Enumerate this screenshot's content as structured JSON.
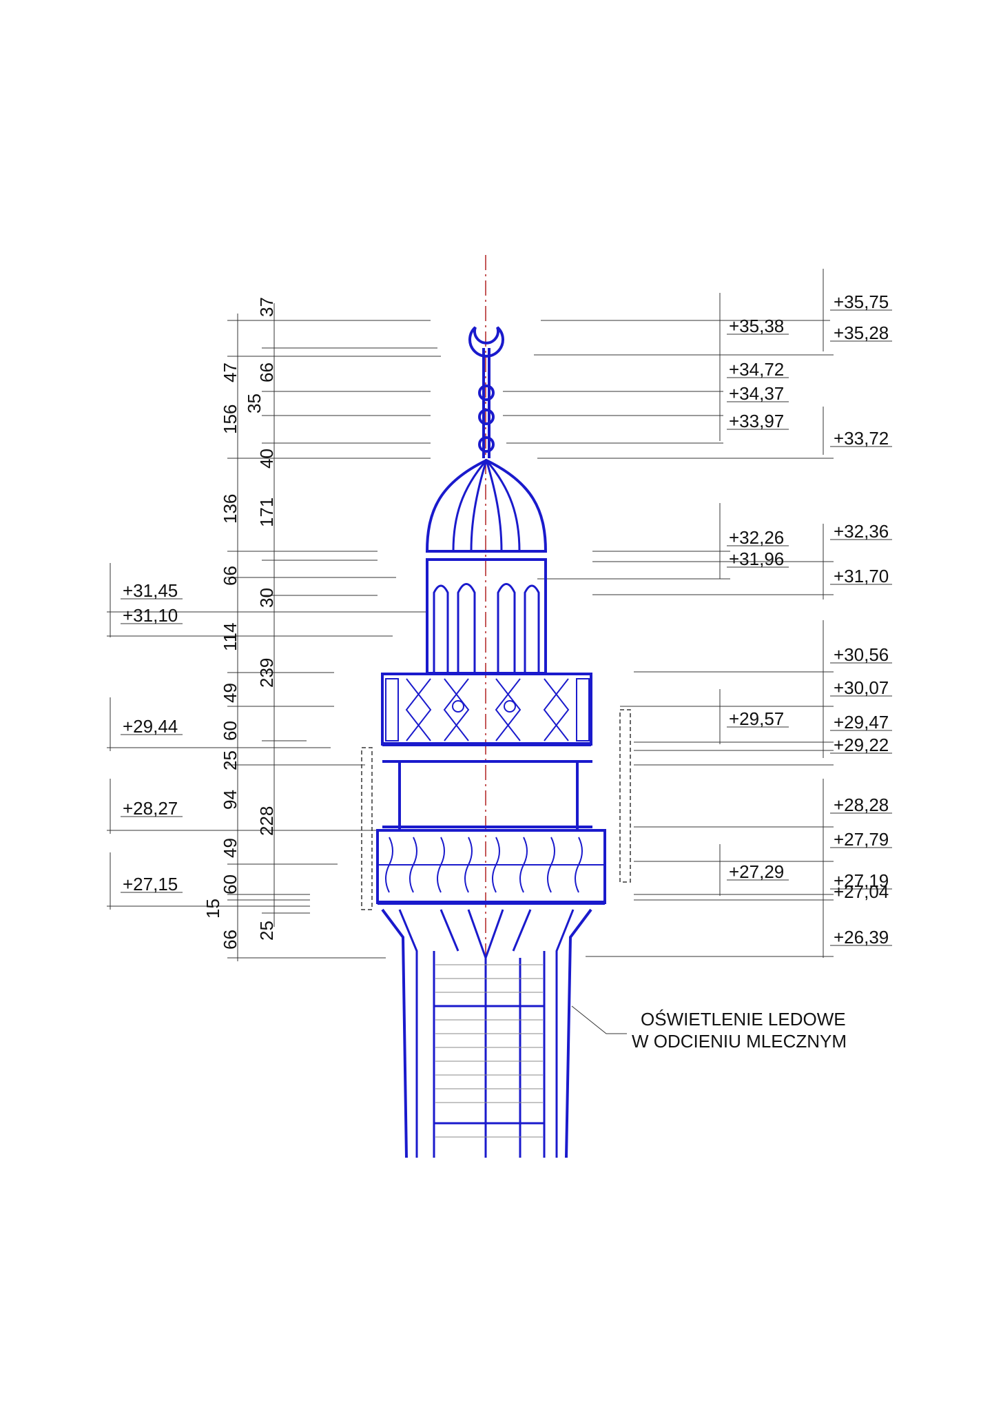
{
  "colors": {
    "structure": "#1a1acc",
    "dimension": "#222222",
    "axis": "#b02020",
    "brick": "#666666"
  },
  "left_chain_outer": [
    "47",
    "156",
    "136",
    "66",
    "114",
    "49",
    "60",
    "25",
    "94",
    "49",
    "60",
    "15",
    "66"
  ],
  "left_chain_inner": [
    "37",
    "66",
    "35",
    "40",
    "171",
    "30",
    "239",
    "228",
    "25"
  ],
  "elevations_left": [
    "+31,45",
    "+31,10",
    "+29,44",
    "+28,27",
    "+27,15"
  ],
  "elevations_mid": [
    "+35,38",
    "+34,72",
    "+34,37",
    "+33,97",
    "+32,26",
    "+31,96",
    "+29,57",
    "+27,29"
  ],
  "elevations_right": [
    "+35,75",
    "+35,28",
    "+33,72",
    "+32,36",
    "+31,70",
    "+30,56",
    "+30,07",
    "+29,47",
    "+29,22",
    "+28,28",
    "+27,79",
    "+27,19",
    "+27,04",
    "+26,39"
  ],
  "note": {
    "line1": "OŚWIETLENIE LEDOWE",
    "line2": "W ODCIENIU MLECZNYM"
  }
}
